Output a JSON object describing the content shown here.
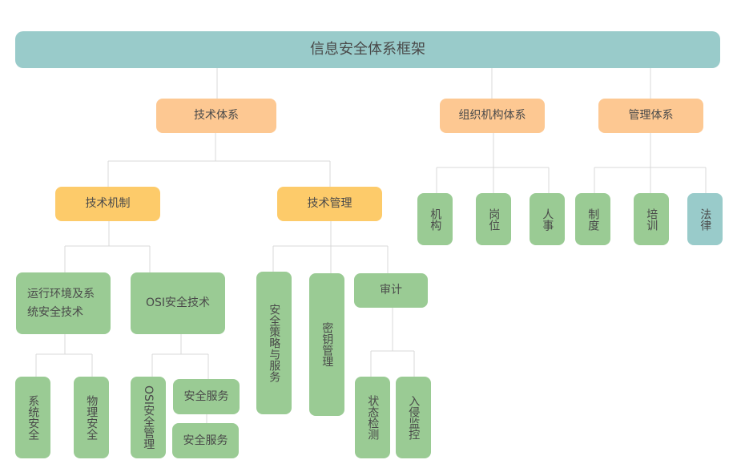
{
  "root": "信息安全体系框架",
  "level1": {
    "tech": "技术体系",
    "org": "组织机构体系",
    "mgmt": "管理体系"
  },
  "tech": {
    "mechanism": "技术机制",
    "management": "技术管理"
  },
  "org_children": [
    "机构",
    "岗位",
    "人事"
  ],
  "mgmt_children": [
    "制度",
    "培训",
    "法律"
  ],
  "mechanism_children": {
    "runtime": "运行环境及系统安全技术",
    "osi_tech": "OSI安全技术"
  },
  "management_children": {
    "policy": "安全策略与服务",
    "key": "密钥管理",
    "audit": "审计"
  },
  "runtime_children": [
    "系统安全",
    "物理安全"
  ],
  "osi_children": {
    "osi_mgmt": "OSI安全管理",
    "service_1": "安全服务",
    "service_2": "安全服务"
  },
  "audit_children": [
    "状态检测",
    "入侵监控"
  ]
}
